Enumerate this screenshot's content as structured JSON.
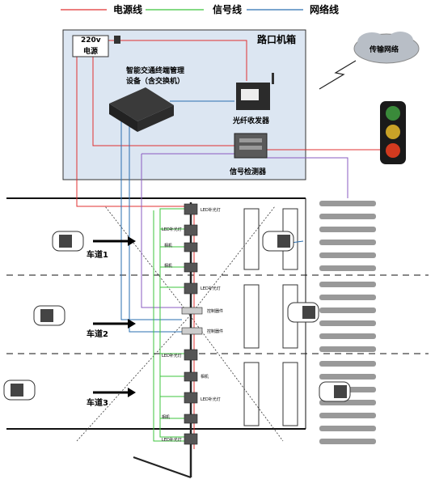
{
  "legend": {
    "power": {
      "label": "电源线",
      "color": "#e03030"
    },
    "signal": {
      "label": "信号线",
      "color": "#3cc43c"
    },
    "network": {
      "label": "网络线",
      "color": "#2a6fb0"
    }
  },
  "cabinet": {
    "title": "路口机箱",
    "fill": "#dce6f2"
  },
  "power_supply": {
    "line1": "220v",
    "line2": "电源"
  },
  "terminal": {
    "line1": "智能交通终端管理",
    "line2": "设备（含交换机）"
  },
  "fiber": {
    "label": "光纤收发器"
  },
  "detector": {
    "label": "信号检测器"
  },
  "cloud": {
    "label": "传输网络"
  },
  "lanes": [
    "车道1",
    "车道2",
    "车道3"
  ],
  "cameras": {
    "led_label": "LED补光灯",
    "cam_label": "相机",
    "ctrl_label": "控制器件"
  },
  "icons": {
    "traffic_light": "traffic-light-icon",
    "car": "car-icon",
    "arrow": "lane-arrow-icon"
  }
}
